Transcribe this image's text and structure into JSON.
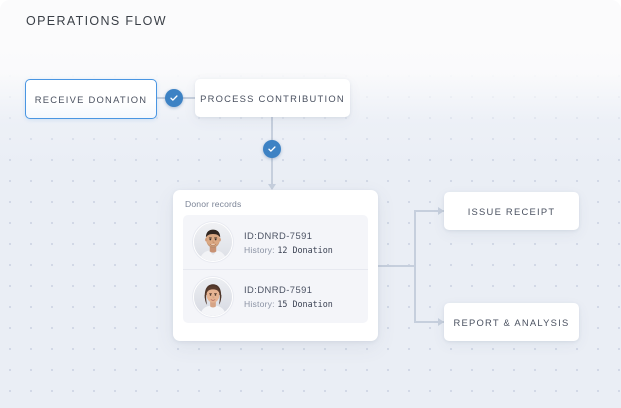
{
  "header": {
    "title": "OPERATIONS FLOW"
  },
  "colors": {
    "accent": "#3d82c4",
    "active_border": "#4a96e2",
    "connector": "#c6cfdd",
    "surface": "#eaeef5",
    "page": "#fbfbfc",
    "node_text": "#4a5160"
  },
  "flow": {
    "nodes": [
      {
        "id": "receive-donation",
        "label": "RECEIVE DONATION",
        "state": "active"
      },
      {
        "id": "process-contribution",
        "label": "PROCESS CONTRIBUTION",
        "state": "default"
      },
      {
        "id": "issue-receipt",
        "label": "ISSUE RECEIPT",
        "state": "default"
      },
      {
        "id": "report-analysis",
        "label": "REPORT & ANALYSIS",
        "state": "default"
      }
    ],
    "badges": [
      {
        "id": "check-1",
        "icon": "check-icon"
      },
      {
        "id": "check-2",
        "icon": "check-icon"
      }
    ]
  },
  "donor_card": {
    "title": "Donor records",
    "records": [
      {
        "id_label": "ID:DNRD-7591",
        "history_label": "History:",
        "history_value": "12 Donation",
        "avatar": "avatar-male-photo"
      },
      {
        "id_label": "ID:DNRD-7591",
        "history_label": "History:",
        "history_value": "15 Donation",
        "avatar": "avatar-female-photo"
      }
    ]
  }
}
